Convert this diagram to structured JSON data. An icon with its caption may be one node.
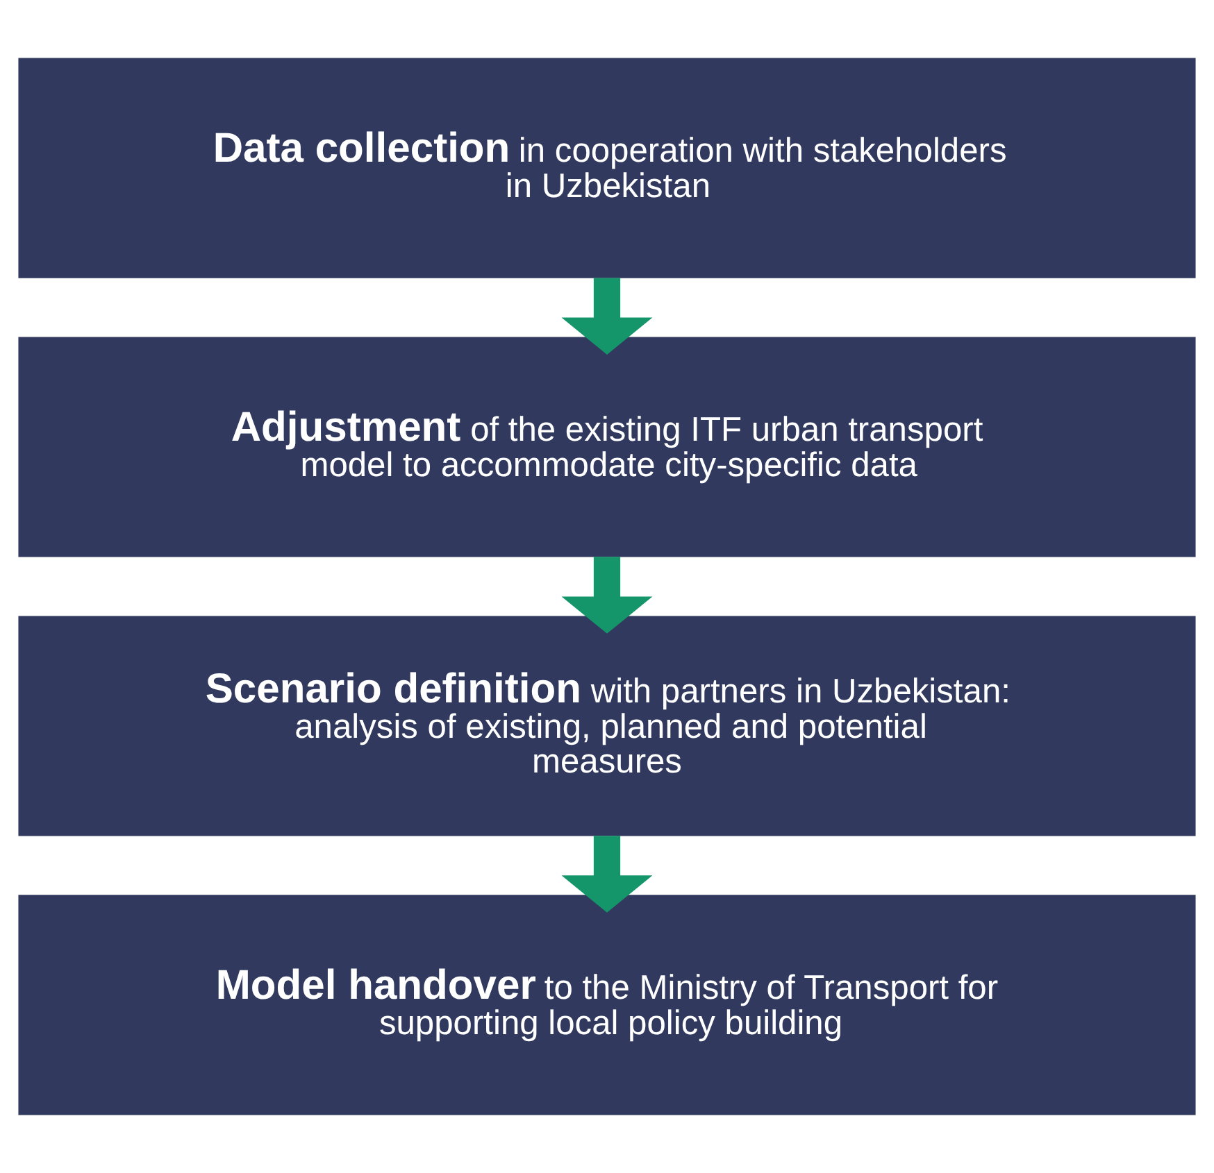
{
  "diagram": {
    "nodes": [
      {
        "text": [
          "**Data collection** in cooperation with stakeholders in Uzbekistan"
        ]
      },
      {
        "text": [
          "**Adjustment** of the existing ITF urban transport model to accommodate city-specific data"
        ]
      },
      {
        "text": [
          "**Scenario definition** with partners in Uzbekistan: analysis of existing, planned and potential measures"
        ]
      },
      {
        "text": [
          "**Model handover** to the Ministry of Transport for supporting local policy building"
        ]
      }
    ],
    "edges": [
      {
        "from": 0,
        "to": 1,
        "arrow": "to"
      },
      {
        "from": 1,
        "to": 2,
        "arrow": "to"
      },
      {
        "from": 2,
        "to": 3,
        "arrow": "to"
      }
    ]
  }
}
